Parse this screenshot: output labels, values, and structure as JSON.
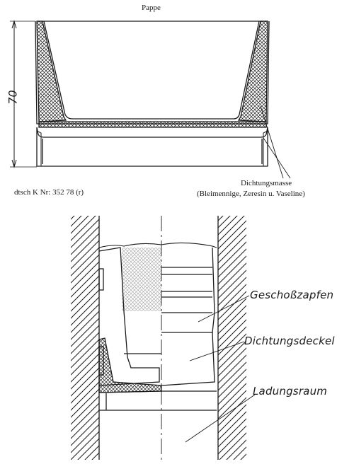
{
  "top_figure": {
    "title": "Pappe",
    "dimension": "70",
    "reference": "dtsch K Nr: 352 78 (r)",
    "material_label": "Dichtungsmasse",
    "material_composition": "(Bleimennige, Zeresin u. Vaseline)"
  },
  "bottom_figure": {
    "labels": {
      "projectile_plug": "Geschoßzapfen",
      "sealing_lid": "Dichtungsdeckel",
      "charge_space": "Ladungsraum"
    }
  },
  "colors": {
    "ink": "#1a1a1a",
    "paper": "#ffffff"
  }
}
